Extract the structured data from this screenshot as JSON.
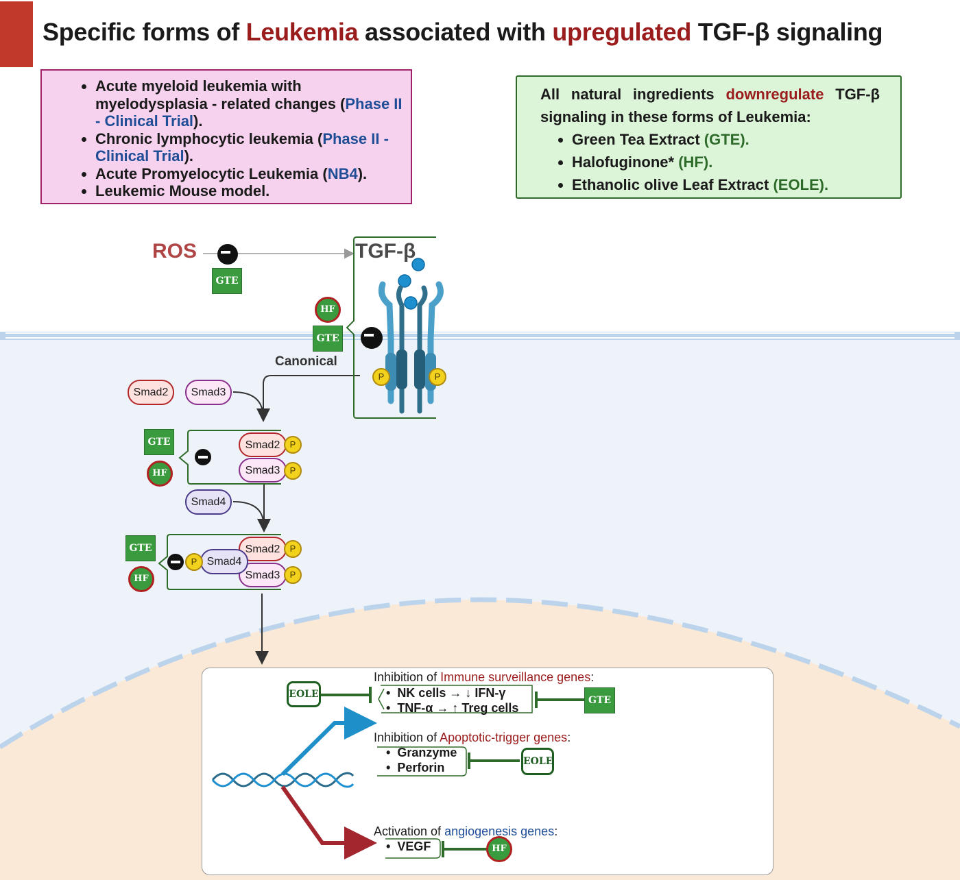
{
  "title": {
    "part1": "Specific forms of ",
    "part2": "Leukemia",
    "part3": " associated with ",
    "part4": "upregulated",
    "part5": " TGF-β signaling"
  },
  "leukemia_list": {
    "item1_text": "Acute myeloid leukemia with myelodysplasia - related changes (",
    "item1_trial": "Phase II - Clinical Trial",
    "item1_end": ").",
    "item2_text": "Chronic lymphocytic leukemia (",
    "item2_trial": "Phase II - Clinical Trial",
    "item2_end": ").",
    "item3_text": "Acute Promyelocytic Leukemia (",
    "item3_cell": "NB4",
    "item3_end": ").",
    "item4_text": "Leukemic Mouse model."
  },
  "natural_box": {
    "intro1": "All natural ingredients ",
    "intro_red": "downregulate",
    "intro2": " TGF-β signaling in these forms of Leukemia:",
    "item1": "Green Tea Extract ",
    "item1_abbr": "(GTE).",
    "item2": "Halofuginone* ",
    "item2_abbr": "(HF).",
    "item3": "Ethanolic olive Leaf Extract ",
    "item3_abbr": "(EOLE)."
  },
  "pathway": {
    "ros": "ROS",
    "tgf": "TGF-β",
    "canonical": "Canonical",
    "p": "P",
    "smad2": "Smad2",
    "smad3": "Smad3",
    "smad4": "Smad4"
  },
  "badges": {
    "gte": "GTE",
    "hf": "HF",
    "eole": "EOLE"
  },
  "genes": {
    "immune_prefix": "Inhibition of ",
    "immune_red": "Immune surveillance genes",
    "immune_suffix": ":",
    "immune_item1": "NK cells → ↓ IFN-γ",
    "immune_item2": "TNF-α → ↑ Treg cells",
    "apop_prefix": "Inhibition of ",
    "apop_red": "Apoptotic-trigger genes",
    "apop_suffix": ":",
    "apop_item1": "Granzyme",
    "apop_item2": "Perforin",
    "angio_prefix": "Activation of ",
    "angio_blue": "angiogenesis genes",
    "angio_suffix": ":",
    "angio_item1": "VEGF"
  },
  "colors": {
    "title_accent": "#9b1c1c",
    "trial_blue": "#1f4e96",
    "inhibitor_green": "#3a9a3e",
    "membrane": "#bcd3ec",
    "nucleus": "#fbe9d7"
  }
}
